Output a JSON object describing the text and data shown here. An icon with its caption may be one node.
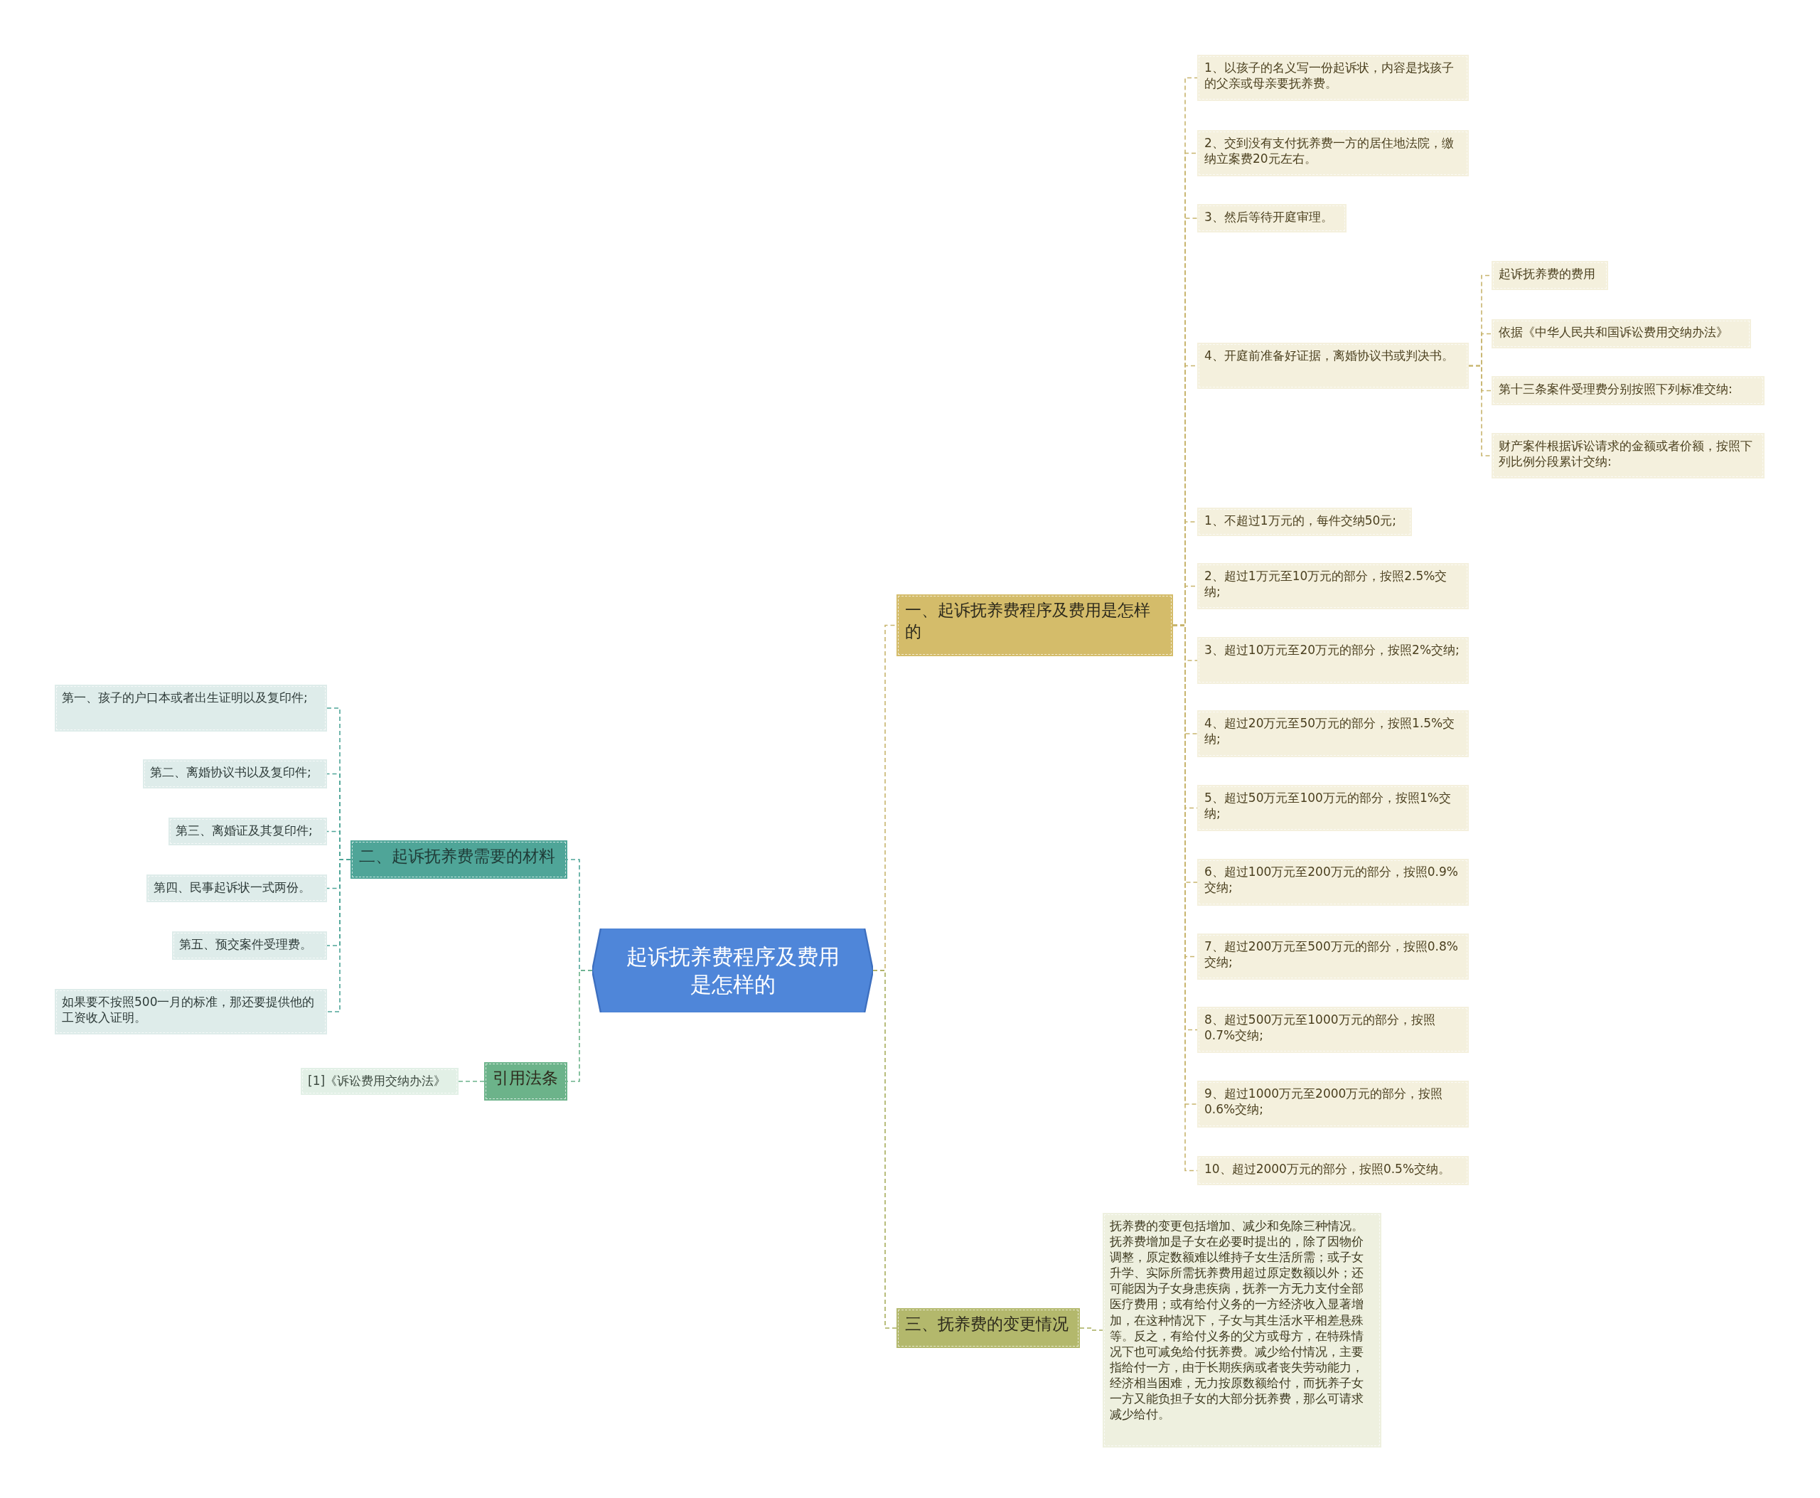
{
  "diagram": {
    "nodes": [
      {
        "text": [
          "起诉抚养费程序及费用是怎样的"
        ]
      },
      {
        "text": [
          "一、起诉抚养费程序及费用是怎样的"
        ]
      },
      {
        "text": [
          "1、以孩子的名义写一份起诉状，内容是找孩子的父亲或母亲要抚养费。"
        ]
      },
      {
        "text": [
          "2、交到没有支付抚养费一方的居住地法院，缴纳立案费20元左右。"
        ]
      },
      {
        "text": [
          "3、然后等待开庭审理。"
        ]
      },
      {
        "text": [
          "4、开庭前准备好证据，离婚协议书或判决书。"
        ]
      },
      {
        "text": [
          "起诉抚养费的费用"
        ]
      },
      {
        "text": [
          "依据《中华人民共和国诉讼费用交纳办法》"
        ]
      },
      {
        "text": [
          "第十三条案件受理费分别按照下列标准交纳:"
        ]
      },
      {
        "text": [
          "财产案件根据诉讼请求的金额或者价额，按照下列比例分段累计交纳:"
        ]
      },
      {
        "text": [
          "1、不超过1万元的，每件交纳50元;"
        ]
      },
      {
        "text": [
          "2、超过1万元至10万元的部分，按照2.5%交纳;"
        ]
      },
      {
        "text": [
          "3、超过10万元至20万元的部分，按照2%交纳;"
        ]
      },
      {
        "text": [
          "4、超过20万元至50万元的部分，按照1.5%交纳;"
        ]
      },
      {
        "text": [
          "5、超过50万元至100万元的部分，按照1%交纳;"
        ]
      },
      {
        "text": [
          "6、超过100万元至200万元的部分，按照0.9%交纳;"
        ]
      },
      {
        "text": [
          "7、超过200万元至500万元的部分，按照0.8%交纳;"
        ]
      },
      {
        "text": [
          "8、超过500万元至1000万元的部分，按照0.7%交纳;"
        ]
      },
      {
        "text": [
          "9、超过1000万元至2000万元的部分，按照0.6%交纳;"
        ]
      },
      {
        "text": [
          "10、超过2000万元的部分，按照0.5%交纳。"
        ]
      },
      {
        "text": [
          "二、起诉抚养费需要的材料"
        ]
      },
      {
        "text": [
          "第一、孩子的户口本或者出生证明以及复印件;"
        ]
      },
      {
        "text": [
          "第二、离婚协议书以及复印件;"
        ]
      },
      {
        "text": [
          "第三、离婚证及其复印件;"
        ]
      },
      {
        "text": [
          "第四、民事起诉状一式两份。"
        ]
      },
      {
        "text": [
          "第五、预交案件受理费。"
        ]
      },
      {
        "text": [
          "如果要不按照500一月的标准，那还要提供他的工资收入证明。"
        ]
      },
      {
        "text": [
          "引用法条"
        ]
      },
      {
        "text": [
          "[1]《诉讼费用交纳办法》"
        ]
      },
      {
        "text": [
          "三、抚养费的变更情况"
        ]
      },
      {
        "text": [
          "抚养费的变更包括增加、减少和免除三种情况。抚养费增加是子女在必要时提出的，除了因物价调整，原定数额难以维持子女生活所需；或子女升学、实际所需抚养费用超过原定数额以外；还可能因为子女身患疾病，抚养一方无力支付全部医疗费用；或有给付义务的一方经济收入显著增加，在这种情况下，子女与其生活水平相差悬殊等。反之，有给付义务的父方或母方，在特殊情况下也可减免给付抚养费。减少给付情况，主要指给付一方，由于长期疾病或者丧失劳动能力，经济相当困难，无力按原数额给付，而抚养子女一方又能负担子女的大部分抚养费，那么可请求减少给付。"
        ]
      }
    ],
    "edges": [
      {
        "from": 0,
        "to": 1,
        "arrow": "none"
      },
      {
        "from": 1,
        "to": 2,
        "arrow": "none"
      },
      {
        "from": 1,
        "to": 3,
        "arrow": "none"
      },
      {
        "from": 1,
        "to": 4,
        "arrow": "none"
      },
      {
        "from": 1,
        "to": 5,
        "arrow": "none"
      },
      {
        "from": 5,
        "to": 6,
        "arrow": "none"
      },
      {
        "from": 5,
        "to": 7,
        "arrow": "none"
      },
      {
        "from": 5,
        "to": 8,
        "arrow": "none"
      },
      {
        "from": 5,
        "to": 9,
        "arrow": "none"
      },
      {
        "from": 1,
        "to": 10,
        "arrow": "none"
      },
      {
        "from": 1,
        "to": 11,
        "arrow": "none"
      },
      {
        "from": 1,
        "to": 12,
        "arrow": "none"
      },
      {
        "from": 1,
        "to": 13,
        "arrow": "none"
      },
      {
        "from": 1,
        "to": 14,
        "arrow": "none"
      },
      {
        "from": 1,
        "to": 15,
        "arrow": "none"
      },
      {
        "from": 1,
        "to": 16,
        "arrow": "none"
      },
      {
        "from": 1,
        "to": 17,
        "arrow": "none"
      },
      {
        "from": 1,
        "to": 18,
        "arrow": "none"
      },
      {
        "from": 1,
        "to": 19,
        "arrow": "none"
      },
      {
        "from": 0,
        "to": 20,
        "arrow": "none",
        "color": "#4fa598"
      },
      {
        "from": 20,
        "to": 21,
        "arrow": "none",
        "color": "#4fa598"
      },
      {
        "from": 20,
        "to": 22,
        "arrow": "none",
        "color": "#4fa598"
      },
      {
        "from": 20,
        "to": 23,
        "arrow": "none",
        "color": "#4fa598"
      },
      {
        "from": 20,
        "to": 24,
        "arrow": "none",
        "color": "#4fa598"
      },
      {
        "from": 20,
        "to": 25,
        "arrow": "none",
        "color": "#4fa598"
      },
      {
        "from": 20,
        "to": 26,
        "arrow": "none",
        "color": "#4fa598"
      },
      {
        "from": 0,
        "to": 27,
        "arrow": "none",
        "color": "#6cb38a"
      },
      {
        "from": 27,
        "to": 28,
        "arrow": "none",
        "color": "#6cb38a"
      },
      {
        "from": 0,
        "to": 29,
        "arrow": "none",
        "color": "#a7ad5c"
      },
      {
        "from": 29,
        "to": 30,
        "arrow": "none",
        "color": "#a7ad5c"
      }
    ]
  }
}
